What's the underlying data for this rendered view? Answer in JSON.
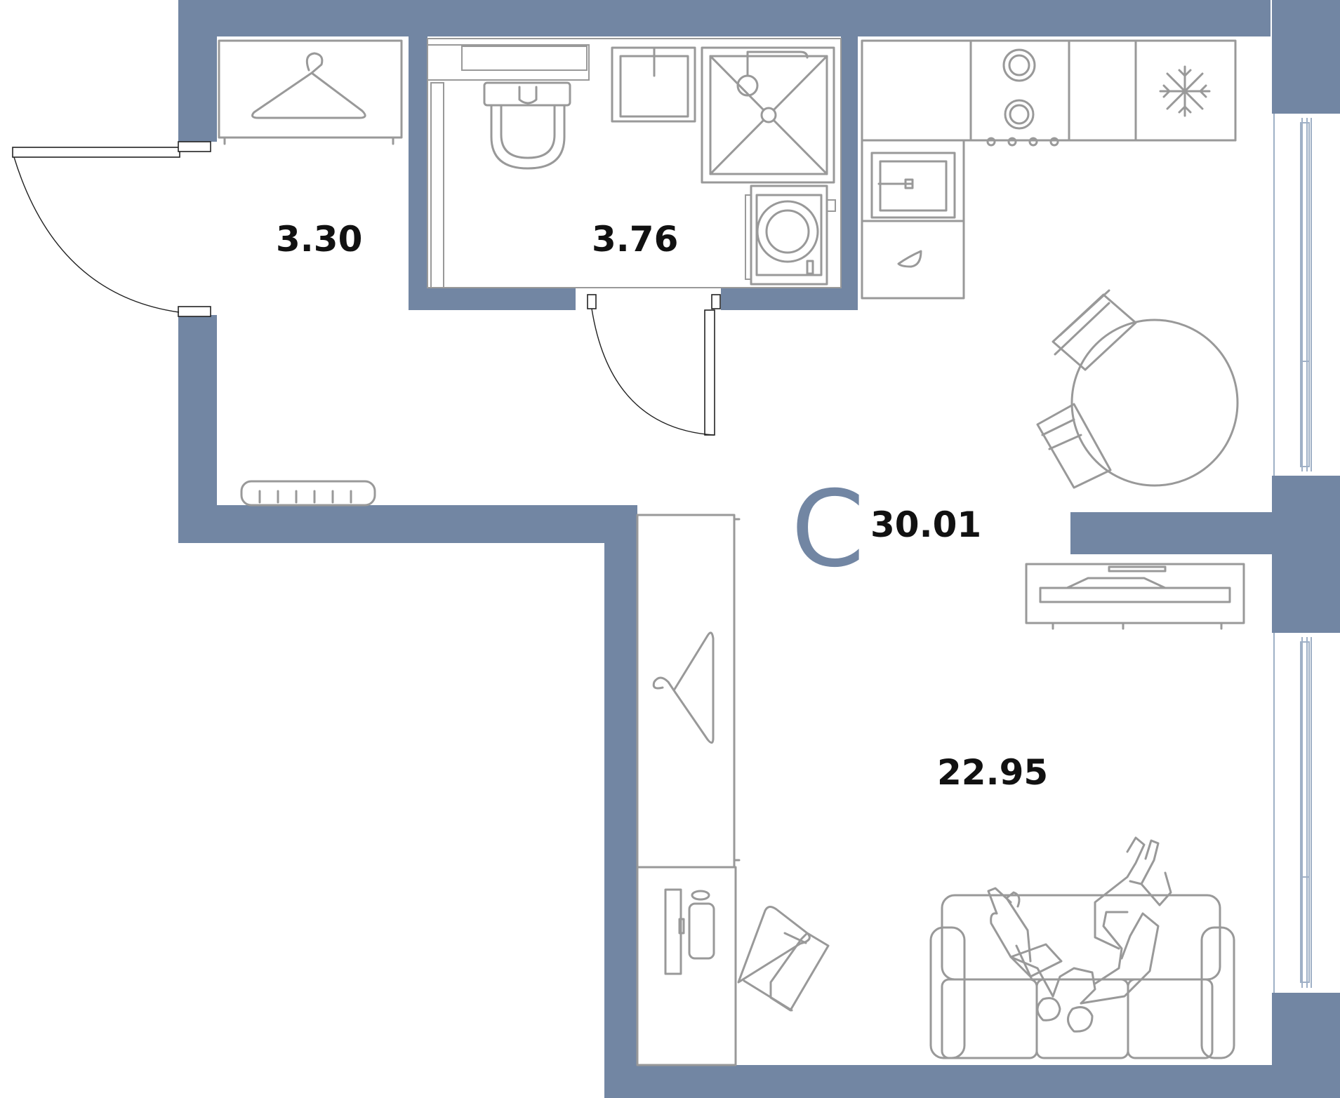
{
  "plan": {
    "apartment_type_letter": "С",
    "total_area": "30.01",
    "rooms": [
      {
        "name": "hallway",
        "area": "3.30"
      },
      {
        "name": "bathroom",
        "area": "3.76"
      },
      {
        "name": "studio",
        "area": "22.95"
      }
    ]
  },
  "colors": {
    "wall": "#7286a3",
    "furniture_stroke": "#999999",
    "text": "#111111"
  },
  "icons": [
    "hanger-icon",
    "snowflake-icon",
    "toilet-icon",
    "shower-icon",
    "washing-machine-icon",
    "stove-icon",
    "sink-icon",
    "radiator-icon",
    "tv-icon",
    "sofa-icon",
    "armchair-icon",
    "dining-table-icon",
    "chair-icon",
    "desk-icon",
    "people-icon"
  ]
}
